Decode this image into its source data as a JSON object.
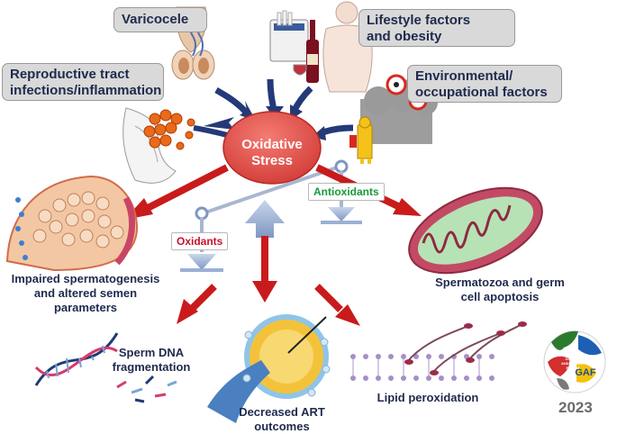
{
  "center": {
    "line1": "Oxidative",
    "line2": "Stress"
  },
  "causes": {
    "varicocele": "Varicocele",
    "lifestyle": {
      "line1": "Lifestyle factors",
      "line2": "and obesity"
    },
    "infections": {
      "line1": "Reproductive tract",
      "line2": "infections/inflammation"
    },
    "environmental": {
      "line1": "Environmental/",
      "line2": "occupational factors"
    }
  },
  "balance": {
    "oxidants": "Oxidants",
    "antioxidants": "Antioxidants"
  },
  "effects": {
    "spermatogenesis": {
      "line1": "Impaired spermatogenesis",
      "line2": "and altered semen",
      "line3": "parameters"
    },
    "apoptosis": {
      "line1": "Spermatozoa and germ",
      "line2": "cell apoptosis"
    },
    "dna": {
      "line1": "Sperm DNA",
      "line2": "fragmentation"
    },
    "art": {
      "line1": "Decreased ART",
      "line2": "outcomes"
    },
    "lipid": "Lipid peroxidation"
  },
  "logo": {
    "text": "GAF",
    "ring": "GLOBAL ANDROLOGY FORUM",
    "year": "2023"
  },
  "colors": {
    "dark_arrow": "#243a78",
    "red_arrow": "#c91b1b",
    "center_fill": "#e2504c",
    "oxidants": "#c8102e",
    "antioxidants": "#1a9a3a"
  }
}
